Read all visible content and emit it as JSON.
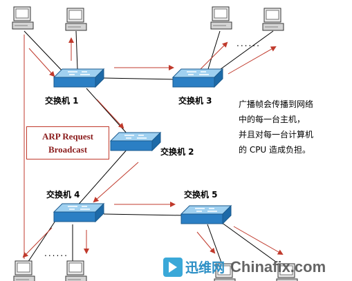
{
  "switches": {
    "s1": "交换机 1",
    "s2": "交换机 2",
    "s3": "交换机 3",
    "s4": "交换机 4",
    "s5": "交换机 5"
  },
  "arp_box": {
    "line1": "ARP Request",
    "line2": "Broadcast"
  },
  "caption": {
    "line1": "广播帧会传播到网络",
    "line2": "中的每一台主机，",
    "line3": "并且对每一台计算机",
    "line4": "的 CPU 造成负担。"
  },
  "ellipsis_top": "......",
  "ellipsis_bottom": "......",
  "watermark": {
    "logo_cn": "迅维网",
    "logo_en": "Chinafix.com"
  },
  "colors": {
    "switch_top": "#9fd0f0",
    "switch_side": "#2b7fc4",
    "arrow": "#c0392b",
    "link": "#000000"
  }
}
